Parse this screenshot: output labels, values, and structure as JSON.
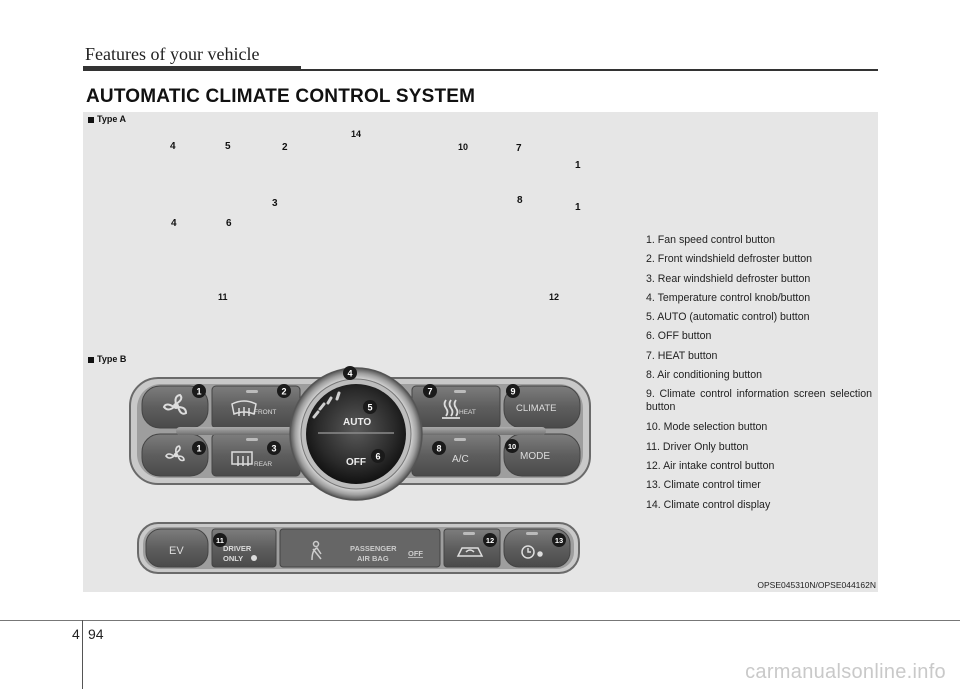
{
  "header": {
    "title": "Features of your vehicle"
  },
  "section_title": "AUTOMATIC CLIMATE CONTROL SYSTEM",
  "type_a": {
    "label": "Type A",
    "callouts": [
      "4",
      "5",
      "2",
      "14",
      "10",
      "7",
      "1",
      "3",
      "8",
      "1",
      "4",
      "6",
      "11",
      "12"
    ]
  },
  "type_b": {
    "label": "Type B",
    "buttons": {
      "front": "FRONT",
      "rear": "REAR",
      "auto": "AUTO",
      "off": "OFF",
      "heat": "HEAT",
      "climate": "CLIMATE",
      "ac": "A/C",
      "mode": "MODE",
      "ev": "EV",
      "driver_1": "DRIVER",
      "driver_2": "ONLY",
      "passenger_1": "PASSENGER",
      "passenger_2": "AIR BAG",
      "passenger_off": "OFF"
    },
    "callouts": {
      "c1a": "1",
      "c1b": "1",
      "c2": "2",
      "c3": "3",
      "c4": "4",
      "c5": "5",
      "c6": "6",
      "c7": "7",
      "c8": "8",
      "c9": "9",
      "c10": "10",
      "c11": "11",
      "c12": "12",
      "c13": "13"
    }
  },
  "legend": [
    "1. Fan speed control button",
    "2. Front windshield defroster button",
    "3. Rear windshield defroster button",
    "4. Temperature control knob/button",
    "5. AUTO (automatic control) button",
    "6. OFF button",
    "7. HEAT button",
    "8. Air conditioning button",
    "9. Climate control information screen selection button",
    "10. Mode selection button",
    "11. Driver Only button",
    "12. Air intake control button",
    "13. Climate control timer",
    "14. Climate control display"
  ],
  "caption": "OPSE045310N/OPSE044162N",
  "footer": {
    "chapter": "4",
    "page": "94",
    "watermark": "carmanualsonline.info"
  }
}
